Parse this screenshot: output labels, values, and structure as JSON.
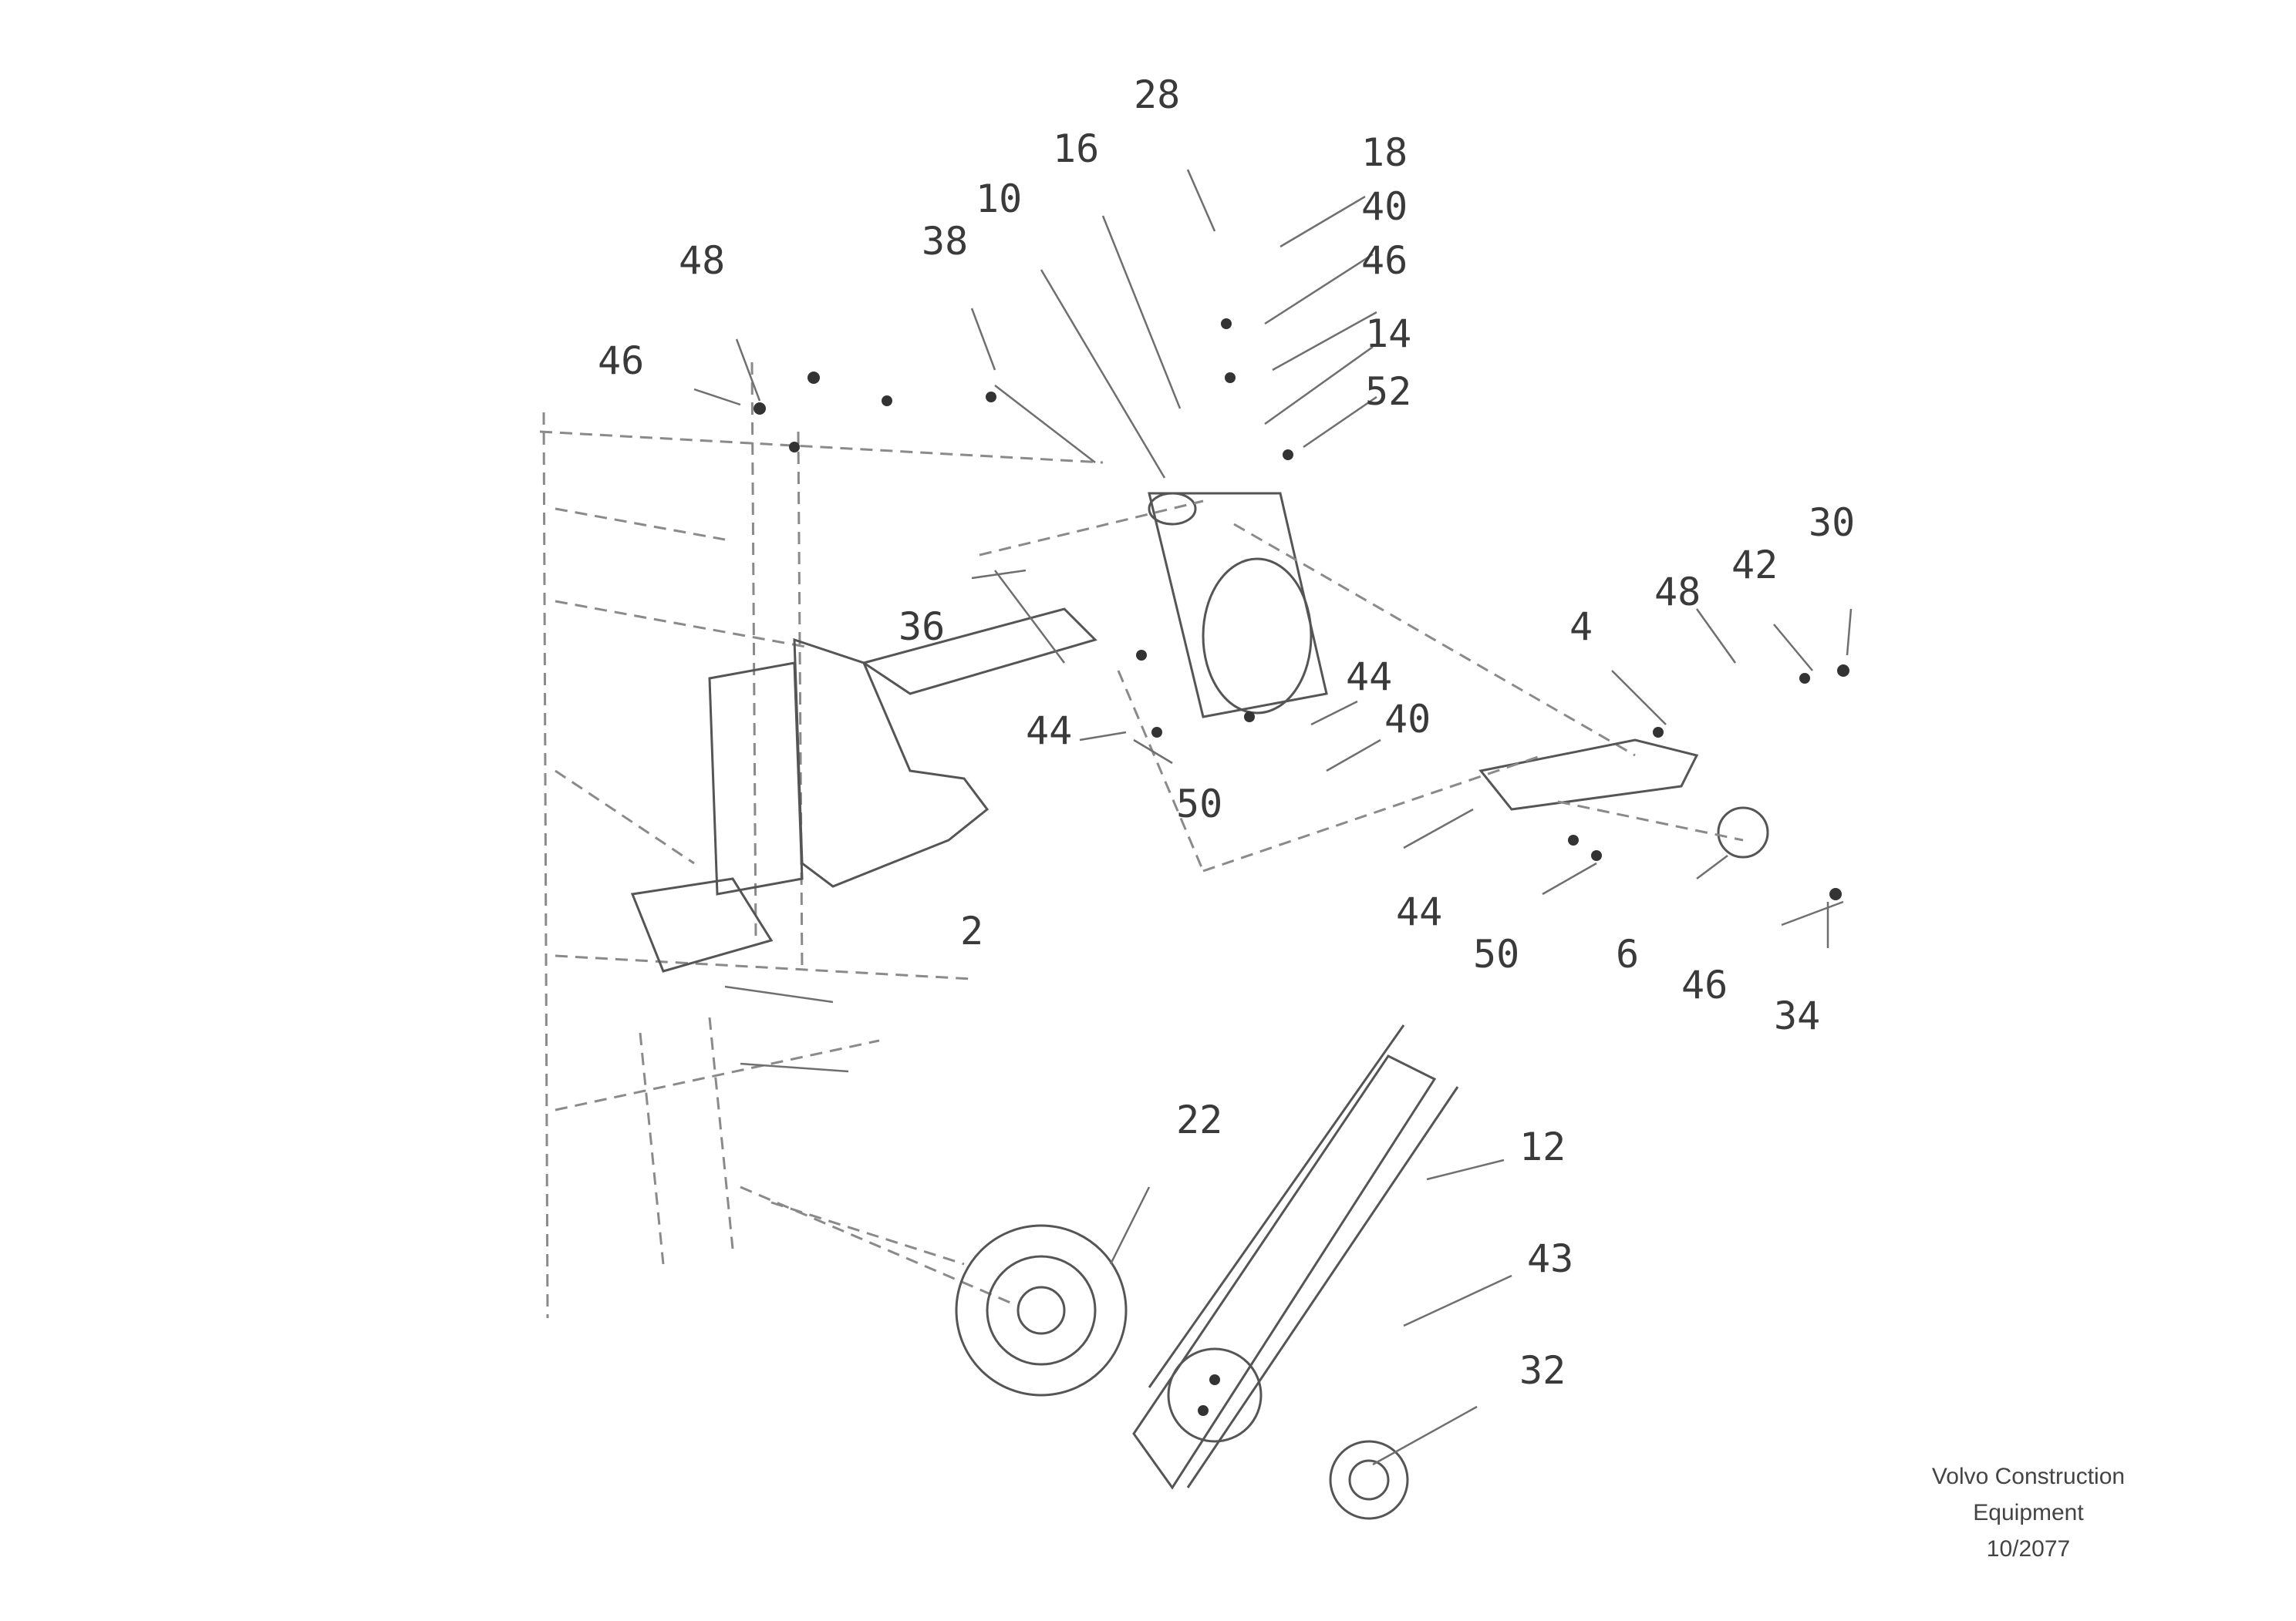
{
  "callouts": [
    "28",
    "16",
    "10",
    "38",
    "18",
    "40",
    "46",
    "14",
    "52",
    "48",
    "46",
    "36",
    "4",
    "48",
    "42",
    "30",
    "44",
    "40",
    "44",
    "50",
    "2",
    "44",
    "50",
    "6",
    "46",
    "34",
    "22",
    "12",
    "43",
    "32"
  ],
  "watermark": {
    "line1": "Volvo Construction",
    "line2": "Equipment",
    "line3": "10/2077"
  }
}
